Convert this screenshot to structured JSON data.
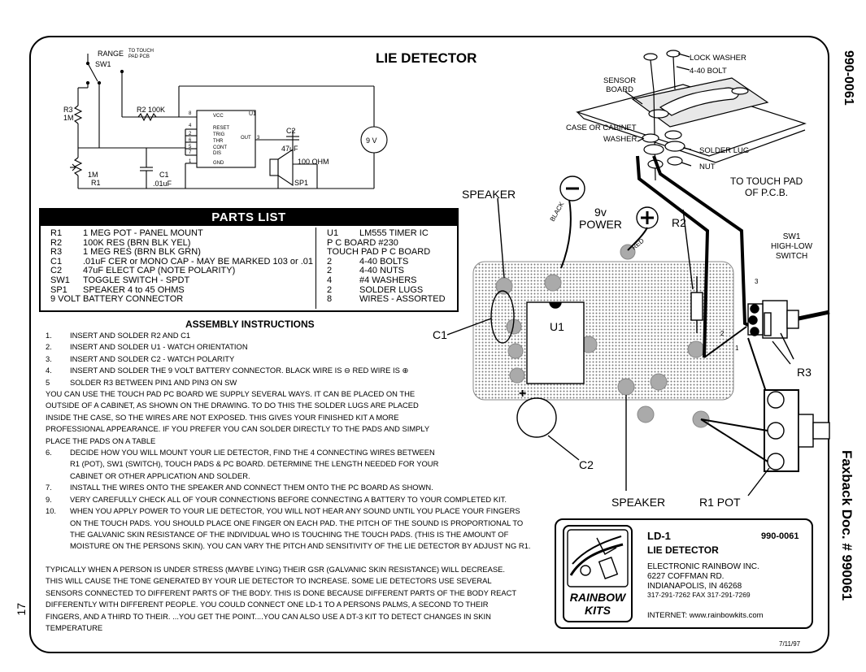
{
  "page": {
    "title": "LIE DETECTOR",
    "doc_number_right": "990-0061",
    "faxback": "Faxback Doc. # 990061",
    "page_number": "17",
    "date": "7/11/97"
  },
  "schematic": {
    "range_label": "RANGE",
    "sw1": "SW1",
    "touch_label": "TO TOUCH\nPAD PCB",
    "r3": "R3",
    "r3_val": "1M",
    "r2_label": "R2 100K",
    "r1": "R1",
    "r1_val": "1M",
    "c1": "C1",
    "c1_val": ".01uF",
    "c2": "C2",
    "c2_val": "47uF",
    "u1": "U1",
    "battery": "9 V",
    "speaker_res": "100 OHM",
    "sp1": "SP1",
    "pin_vcc": "VCC",
    "pin_reset": "RESET",
    "pin_trig": "TRIG",
    "pin_thr": "THR",
    "pin_cont": "CONT",
    "pin_dis": "DIS",
    "pin_gnd": "GND",
    "pin_out": "OUT",
    "pin8": "8",
    "pin4": "4",
    "pin2": "2",
    "pin6": "6",
    "pin5": "5",
    "pin7": "7",
    "pin1": "1",
    "pin3": "3"
  },
  "parts_list": {
    "heading": "PARTS LIST",
    "left": [
      {
        "ref": "R1",
        "desc": "1 MEG POT - PANEL MOUNT"
      },
      {
        "ref": "R2",
        "desc": "100K RES (BRN BLK YEL)"
      },
      {
        "ref": "R3",
        "desc": "1 MEG RES (BRN BLK GRN)"
      },
      {
        "ref": "C1",
        "desc": ".01uF CER or MONO CAP - MAY BE MARKED 103 or .01"
      },
      {
        "ref": "C2",
        "desc": "47uF ELECT CAP (NOTE POLARITY)"
      },
      {
        "ref": "SW1",
        "desc": "TOGGLE SWITCH - SPDT"
      },
      {
        "ref": "SP1",
        "desc": "SPEAKER 4 to 45 OHMS"
      },
      {
        "ref": "",
        "desc": "9 VOLT BATTERY CONNECTOR"
      }
    ],
    "right": [
      {
        "ref": "U1",
        "desc": "LM555 TIMER IC"
      },
      {
        "ref": "",
        "desc": "P C BOARD #230"
      },
      {
        "ref": "",
        "desc": "TOUCH PAD P C BOARD"
      },
      {
        "ref": "2",
        "desc": "4-40 BOLTS"
      },
      {
        "ref": "2",
        "desc": "4-40 NUTS"
      },
      {
        "ref": "4",
        "desc": "#4 WASHERS"
      },
      {
        "ref": "2",
        "desc": "SOLDER LUGS"
      },
      {
        "ref": "8",
        "desc": "WIRES - ASSORTED"
      }
    ]
  },
  "assembly": {
    "heading": "ASSEMBLY INSTRUCTIONS",
    "lines": [
      {
        "num": "1.",
        "text": "INSERT AND SOLDER R2 AND C1"
      },
      {
        "num": "2.",
        "text": "INSERT AND SOLDER U1 - WATCH ORIENTATION"
      },
      {
        "num": "3.",
        "text": "INSERT AND SOLDER C2 - WATCH POLARITY"
      },
      {
        "num": "4.",
        "text": "INSERT AND SOLDER THE 9 VOLT BATTERY CONNECTOR. BLACK WIRE IS ⊖  RED WIRE IS ⊕"
      },
      {
        "num": "5",
        "text": "SOLDER  R3  BETWEEN  PIN1 AND PIN3  ON SW"
      },
      {
        "num": "",
        "text": "YOU CAN USE THE TOUCH PAD PC BOARD WE SUPPLY SEVERAL WAYS.  IT CAN BE PLACED ON THE"
      },
      {
        "num": "",
        "text": "OUTSIDE OF A CABINET, AS SHOWN ON THE DRAWING.  TO DO THIS THE SOLDER LUGS ARE PLACED"
      },
      {
        "num": "",
        "text": "INSIDE THE CASE, SO THE WIRES ARE NOT EXPOSED.  THIS GIVES YOUR FINISHED KIT A MORE"
      },
      {
        "num": "",
        "text": "PROFESSIONAL APPEARANCE.  IF YOU PREFER YOU CAN SOLDER DIRECTLY TO THE PADS AND SIMPLY"
      },
      {
        "num": "",
        "text": "PLACE THE PADS ON A TABLE"
      },
      {
        "num": "6.",
        "text": "DECIDE HOW YOU WILL MOUNT YOUR LIE DETECTOR, FIND THE 4 CONNECTING WIRES BETWEEN"
      },
      {
        "num": "",
        "text": "R1 (POT), SW1 (SWITCH), TOUCH PADS & PC BOARD.  DETERMINE THE LENGTH NEEDED FOR YOUR"
      },
      {
        "num": "",
        "text": "CABINET OR OTHER APPLICATION AND SOLDER."
      },
      {
        "num": "7.",
        "text": "INSTALL THE WIRES ONTO THE SPEAKER AND CONNECT THEM ONTO THE PC BOARD AS SHOWN."
      },
      {
        "num": "9.",
        "text": "VERY CAREFULLY CHECK ALL OF YOUR CONNECTIONS BEFORE CONNECTING A BATTERY TO YOUR COMPLETED KIT."
      },
      {
        "num": "10.",
        "text": "WHEN YOU APPLY POWER TO YOUR LIE DETECTOR, YOU WILL NOT HEAR ANY SOUND UNTIL YOU PLACE YOUR FINGERS"
      },
      {
        "num": "",
        "text": "ON THE TOUCH PADS.  YOU SHOULD PLACE ONE FINGER ON EACH PAD.   THE PITCH OF THE SOUND IS PROPORTIONAL TO"
      },
      {
        "num": "",
        "text": "THE GALVANIC SKIN RESISTANCE OF THE INDIVIDUAL WHO IS TOUCHING THE TOUCH PADS.  (THIS IS THE AMOUNT OF"
      },
      {
        "num": "",
        "text": "MOISTURE ON THE PERSONS SKIN).  YOU CAN VARY THE PITCH AND SENSITIVITY OF THE LIE DETECTOR BY ADJUST NG R1."
      }
    ],
    "paragraph": [
      "TYPICALLY WHEN A PERSON IS UNDER STRESS (MAYBE LYING) THEIR GSR (GALVANIC SKIN RESISTANCE) WILL DECREASE.",
      "THIS WILL CAUSE THE TONE GENERATED BY YOUR LIE DETECTOR TO INCREASE.  SOME LIE DETECTORS USE SEVERAL",
      "SENSORS CONNECTED TO DIFFERENT PARTS OF THE BODY. THIS IS DONE BECAUSE DIFFERENT PARTS OF THE BODY REACT",
      "DIFFERENTLY  WITH DIFFERENT PEOPLE.  YOU COULD CONNECT ONE LD-1 TO A PERSONS PALMS, A SECOND TO THEIR",
      "FINGERS, AND A THIRD TO THEIR. ...YOU GET THE POINT....YOU CAN ALSO USE A DT-3 KIT TO DETECT CHANGES IN SKIN",
      "TEMPERATURE"
    ]
  },
  "touchpad": {
    "lock_washer": "LOCK WASHER",
    "bolt": "4-40 BOLT",
    "sensor_board": "SENSOR\nBOARD",
    "case": "CASE OR CABINET",
    "washer": "WASHER",
    "solder_lug": "SOLDER LUG",
    "nut": "NUT",
    "to_touch_pad": "TO TOUCH PAD\nOF P.C.B."
  },
  "pcb": {
    "speaker_top": "SPEAKER",
    "minus": "−",
    "black": "BLACK",
    "power": "9v\nPOWER",
    "plus": "+",
    "red": "RED",
    "r2": "R2",
    "sw1": "SW1\nHIGH-LOW\nSWITCH",
    "c1": "C1",
    "u1": "U1",
    "r3": "R3",
    "c2": "C2",
    "c2_plus": "+",
    "speaker_bottom": "SPEAKER",
    "r1pot": "R1 POT",
    "sw_pin3": "3",
    "sw_pin2": "2",
    "sw_pin1": "1"
  },
  "titleblock": {
    "model": "LD-1",
    "number": "990-0061",
    "name": "LIE DETECTOR",
    "company": "ELECTRONIC RAINBOW INC.",
    "address1": "6227 COFFMAN RD.",
    "address2": "INDIANAPOLIS, IN  46268",
    "phone": "317-291-7262   FAX 317-291-7269",
    "internet": "INTERNET:  www.rainbowkits.com",
    "logo_line1": "RAINBOW",
    "logo_line2": "KITS"
  }
}
